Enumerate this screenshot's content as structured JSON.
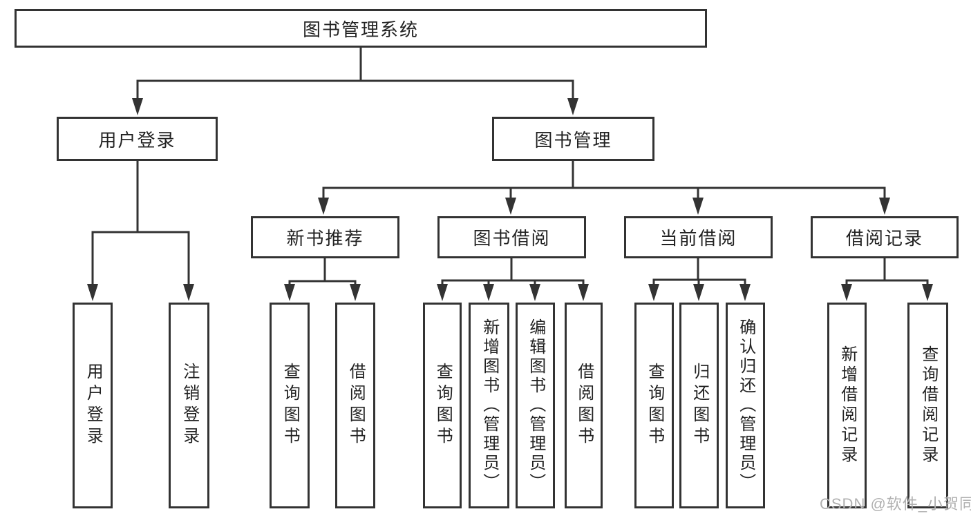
{
  "colors": {
    "background": "#ffffff",
    "line": "#333333",
    "border": "#333333",
    "text": "#222222",
    "watermark": "#b0b0b0"
  },
  "watermark": {
    "text": "CSDN @软件_小贺同学"
  },
  "tree": {
    "root": {
      "label": "图书管理系统",
      "children": [
        {
          "label": "用户登录",
          "children": [
            {
              "label": "用户登录"
            },
            {
              "label": "注销登录"
            }
          ]
        },
        {
          "label": "图书管理",
          "children": [
            {
              "label": "新书推荐",
              "children": [
                {
                  "label": "查询图书"
                },
                {
                  "label": "借阅图书"
                }
              ]
            },
            {
              "label": "图书借阅",
              "children": [
                {
                  "label": "查询图书"
                },
                {
                  "label": "新增图书（管理员）"
                },
                {
                  "label": "编辑图书（管理员）"
                },
                {
                  "label": "借阅图书"
                }
              ]
            },
            {
              "label": "当前借阅",
              "children": [
                {
                  "label": "查询图书"
                },
                {
                  "label": "归还图书"
                },
                {
                  "label": "确认归还（管理员）"
                }
              ]
            },
            {
              "label": "借阅记录",
              "children": [
                {
                  "label": "新增借阅记录"
                },
                {
                  "label": "查询借阅记录"
                }
              ]
            }
          ]
        }
      ]
    }
  }
}
